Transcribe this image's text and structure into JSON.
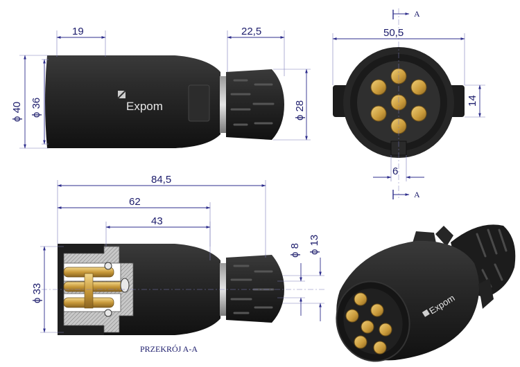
{
  "brand": "Expom",
  "section_label": "PRZEKRÓJ A-A",
  "section_marker": "A",
  "dimensions": {
    "d40": "ϕ 40",
    "d36": "ϕ 36",
    "len19": "19",
    "len22_5": "22,5",
    "d28": "ϕ 28",
    "w50_5": "50,5",
    "h14": "14",
    "w6": "6",
    "len84_5": "84,5",
    "len62": "62",
    "len43": "43",
    "d8": "ϕ 8",
    "d13": "ϕ 13",
    "d33": "ϕ 33"
  },
  "colors": {
    "body": "#222222",
    "dimension_line": "#2d2d8c",
    "pin_brass": "#c99a3a",
    "hatch": "#9a9a9a"
  }
}
